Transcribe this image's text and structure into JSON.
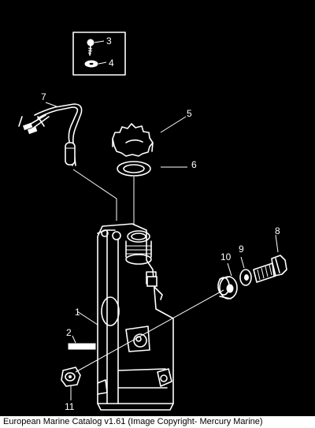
{
  "caption": "European Marine Catalog v1.61 (Image Copyright- Mercury Marine)",
  "colors": {
    "background": "#000000",
    "lines": "#ffffff",
    "page": "#ffffff"
  },
  "callouts": {
    "c1": "1",
    "c2": "2",
    "c3": "3",
    "c4": "4",
    "c5": "5",
    "c6": "6",
    "c7": "7",
    "c8": "8",
    "c9": "9",
    "c10": "10",
    "c11": "11"
  }
}
